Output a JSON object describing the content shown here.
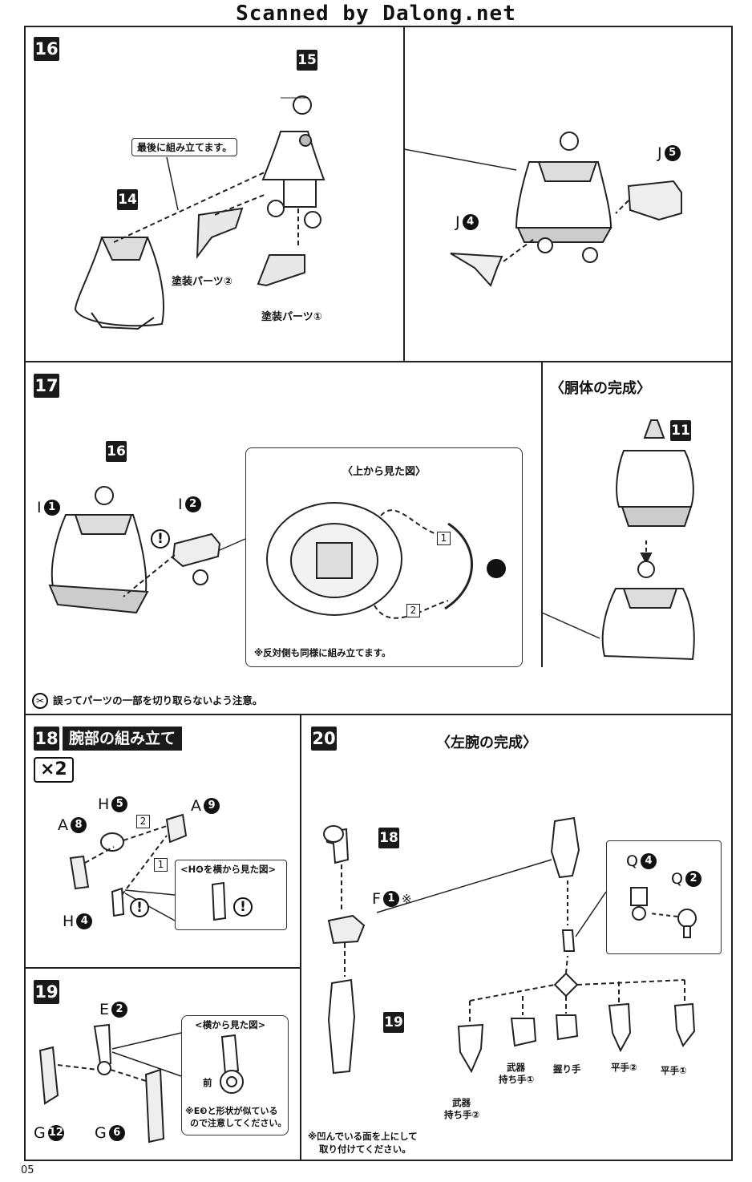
{
  "header": {
    "scan_credit": "Scanned by Dalong.net"
  },
  "page": {
    "number": "05"
  },
  "step16": {
    "step": "16",
    "callout": "最後に組み立てます。",
    "ref_15": "15",
    "ref_14": "14",
    "paint_part_2": "塗装パーツ②",
    "paint_part_1": "塗装パーツ①",
    "part_j5": {
      "letter": "J",
      "num": "5"
    },
    "part_j4": {
      "letter": "J",
      "num": "4"
    }
  },
  "step17": {
    "step": "17",
    "ref_16": "16",
    "part_i1": {
      "letter": "I",
      "num": "1"
    },
    "part_i2": {
      "letter": "I",
      "num": "2"
    },
    "inset_title": "〈上から見た図〉",
    "seq_1": "1",
    "seq_2": "2",
    "inset_note": "※反対側も同様に組み立てます。",
    "caution": "誤ってパーツの一部を切り取らないよう注意。",
    "body_complete_title": "〈胴体の完成〉",
    "ref_11": "11"
  },
  "step18": {
    "step": "18",
    "title": "腕部の組み立て",
    "multiplier": "×2",
    "part_h5": {
      "letter": "H",
      "num": "5"
    },
    "part_a9": {
      "letter": "A",
      "num": "9"
    },
    "part_a8": {
      "letter": "A",
      "num": "8"
    },
    "part_h4": {
      "letter": "H",
      "num": "4"
    },
    "seq_1": "1",
    "seq_2": "2",
    "inset_title": "<H❹を横から見た図>"
  },
  "step19": {
    "step": "19",
    "part_e2": {
      "letter": "E",
      "num": "2"
    },
    "part_g12": {
      "letter": "G",
      "num": "12"
    },
    "part_g6": {
      "letter": "G",
      "num": "6"
    },
    "inset_title": "<横から見た図>",
    "front_label": "前",
    "inset_note_line1": "※E❸と形状が似ている",
    "inset_note_line2": "ので注意してください。"
  },
  "step20": {
    "step": "20",
    "ref_18": "18",
    "ref_19": "19",
    "part_f1": {
      "letter": "F",
      "num": "1",
      "mark": "※"
    },
    "note_line1": "※凹んでいる面を上にして",
    "note_line2": "取り付けてください。",
    "left_arm_complete_title": "〈左腕の完成〉",
    "part_q4": {
      "letter": "Q",
      "num": "4"
    },
    "part_q2": {
      "letter": "Q",
      "num": "2"
    },
    "hands": {
      "weapon_grip_2_line1": "武器",
      "weapon_grip_2_line2": "持ち手②",
      "weapon_grip_1_line1": "武器",
      "weapon_grip_1_line2": "持ち手①",
      "fist": "握り手",
      "flat_hand_2": "平手②",
      "flat_hand_1": "平手①"
    }
  }
}
